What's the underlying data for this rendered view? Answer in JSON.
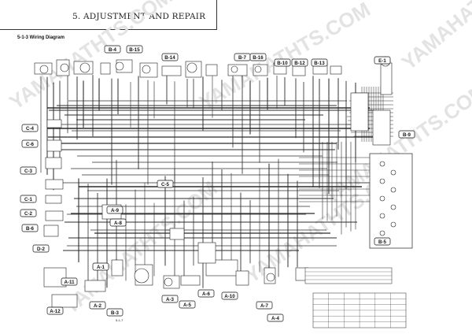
{
  "header": {
    "title": "5. ADJUSTMENT AND REPAIR"
  },
  "section": {
    "label": "5-1-3  Wiring Diagram"
  },
  "reference": {
    "label": "5-1-7"
  },
  "connectors": [
    {
      "code": "B-4"
    },
    {
      "code": "B-15"
    },
    {
      "code": "B-14"
    },
    {
      "code": "B-7"
    },
    {
      "code": "B-16"
    },
    {
      "code": "B-10"
    },
    {
      "code": "B-12"
    },
    {
      "code": "B-13"
    },
    {
      "code": "E-1"
    },
    {
      "code": "B-9"
    },
    {
      "code": "C-4"
    },
    {
      "code": "C-6"
    },
    {
      "code": "C-3"
    },
    {
      "code": "C-5"
    },
    {
      "code": "C-1"
    },
    {
      "code": "C-2"
    },
    {
      "code": "B-6"
    },
    {
      "code": "D-2"
    },
    {
      "code": "A-11"
    },
    {
      "code": "A-12"
    },
    {
      "code": "A-2"
    },
    {
      "code": "B-3"
    },
    {
      "code": "A-1"
    },
    {
      "code": "A-9"
    },
    {
      "code": "A-8"
    },
    {
      "code": "A-3"
    },
    {
      "code": "A-5"
    },
    {
      "code": "A-6"
    },
    {
      "code": "A-10"
    },
    {
      "code": "A-7"
    },
    {
      "code": "A-4"
    },
    {
      "code": "B-5"
    }
  ],
  "watermark": {
    "text": "YAMAHATHTS.COM"
  },
  "colors": {
    "ink": "#1a1a1a",
    "wire": "#2b2b2b",
    "paper": "#ffffff",
    "watermark": "#e3e3e3"
  }
}
